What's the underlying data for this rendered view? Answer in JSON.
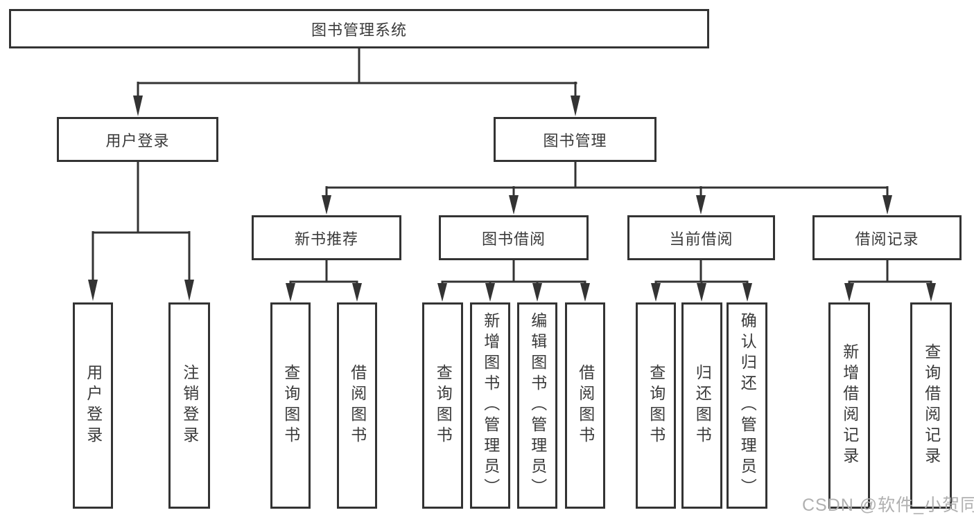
{
  "diagram_title": "图书管理系统",
  "colors": {
    "line": "#333333",
    "text": "#3a3a3a",
    "watermark": "#b0b0b0",
    "background": "#ffffff"
  },
  "nodes": {
    "root": "图书管理系统",
    "level1": {
      "user_login": "用户登录",
      "book_mgmt": "图书管理"
    },
    "level2": {
      "new_book_rec": "新书推荐",
      "book_borrow": "图书借阅",
      "current_borrow": "当前借阅",
      "borrow_record": "借阅记录"
    },
    "leaves": {
      "user_login": "用户登录",
      "logout": "注销登录",
      "rec_query_book": "查询图书",
      "rec_borrow_book": "借阅图书",
      "bb_query_book": "查询图书",
      "bb_add_book": "新增图书（管理员）",
      "bb_edit_book": "编辑图书（管理员）",
      "bb_borrow_book": "借阅图书",
      "cb_query_book": "查询图书",
      "cb_return_book": "归还图书",
      "cb_confirm_return": "确认归还（管理员）",
      "br_add_record": "新增借阅记录",
      "br_query_record": "查询借阅记录"
    }
  },
  "watermark": "CSDN @软件_小贺同学"
}
